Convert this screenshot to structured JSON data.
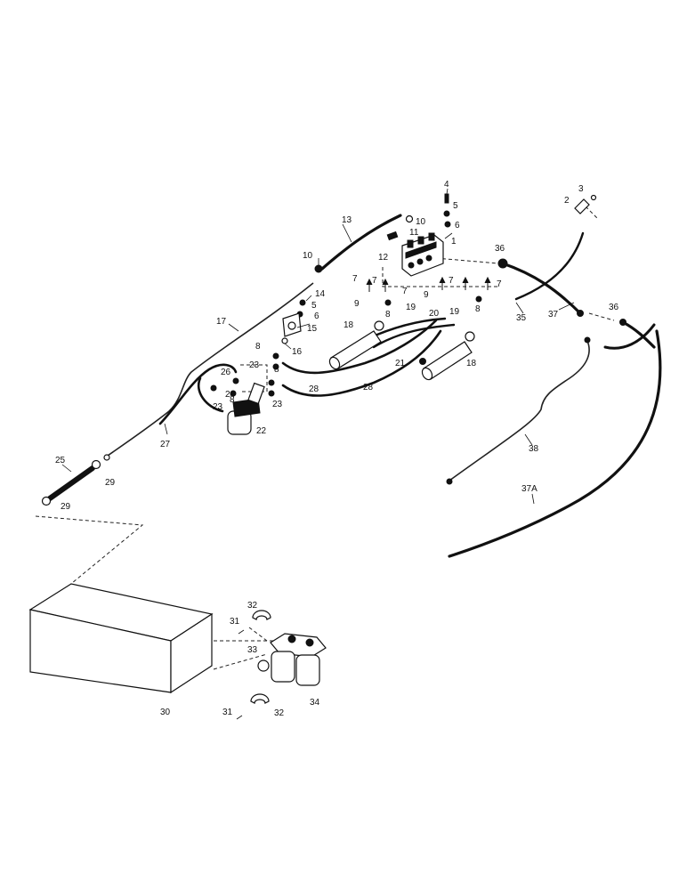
{
  "callouts": {
    "c1": "1",
    "c2": "2",
    "c3": "3",
    "c4": "4",
    "c5a": "5",
    "c5b": "5",
    "c6a": "6",
    "c6b": "6",
    "c7a": "7",
    "c7b": "7",
    "c7c": "7",
    "c7d": "7",
    "c7e": "7",
    "c8a": "8",
    "c8b": "8",
    "c8c": "8",
    "c8d": "8",
    "c8e": "8",
    "c9a": "9",
    "c9b": "9",
    "c10a": "10",
    "c10b": "10",
    "c11": "11",
    "c12": "12",
    "c13": "13",
    "c14": "14",
    "c15": "15",
    "c16": "16",
    "c17": "17",
    "c18a": "18",
    "c18b": "18",
    "c19a": "19",
    "c19b": "19",
    "c20": "20",
    "c21": "21",
    "c22": "22",
    "c23a": "23",
    "c23b": "23",
    "c23c": "23",
    "c24": "24",
    "c25": "25",
    "c26": "26",
    "c27": "27",
    "c28a": "28",
    "c28b": "28",
    "c29a": "29",
    "c29b": "29",
    "c30": "30",
    "c31a": "31",
    "c31b": "31",
    "c32a": "32",
    "c32b": "32",
    "c33": "33",
    "c34": "34",
    "c35": "35",
    "c36a": "36",
    "c36b": "36",
    "c37": "37",
    "c37a": "37A",
    "c38": "38"
  }
}
